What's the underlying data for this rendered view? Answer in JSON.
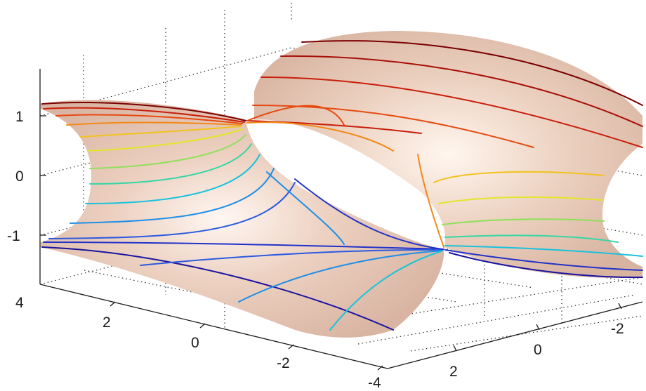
{
  "chart_data": {
    "type": "surface3d",
    "surface": "catenoid-like minimal surface with colored contour lines",
    "surface_color": "#e6c8b6",
    "grid": true,
    "axes": {
      "x": {
        "ticks": [
          4,
          2,
          0,
          -2,
          -4
        ],
        "tick_labels": [
          "4",
          "2",
          "0",
          "-2",
          "-4"
        ]
      },
      "y": {
        "ticks": [
          2,
          0,
          -2
        ],
        "tick_labels": [
          "2",
          "0",
          "-2"
        ]
      },
      "z": {
        "ticks": [
          1,
          0,
          -1
        ],
        "tick_labels": [
          "1",
          "0",
          "-1"
        ]
      }
    },
    "contour_levels": [
      {
        "level": 1.2,
        "color": "#7a0000"
      },
      {
        "level": 1.0,
        "color": "#c81e0a"
      },
      {
        "level": 0.8,
        "color": "#e64a10"
      },
      {
        "level": 0.6,
        "color": "#f08a1a"
      },
      {
        "level": 0.4,
        "color": "#f2c21e"
      },
      {
        "level": 0.2,
        "color": "#e2e62a"
      },
      {
        "level": 0.0,
        "color": "#8ee05a"
      },
      {
        "level": -0.2,
        "color": "#36d6a6"
      },
      {
        "level": -0.4,
        "color": "#18c2dc"
      },
      {
        "level": -0.6,
        "color": "#1e8ee6"
      },
      {
        "level": -0.8,
        "color": "#2a5ae0"
      },
      {
        "level": -1.0,
        "color": "#2232c8"
      },
      {
        "level": -1.2,
        "color": "#1a149e"
      }
    ]
  }
}
